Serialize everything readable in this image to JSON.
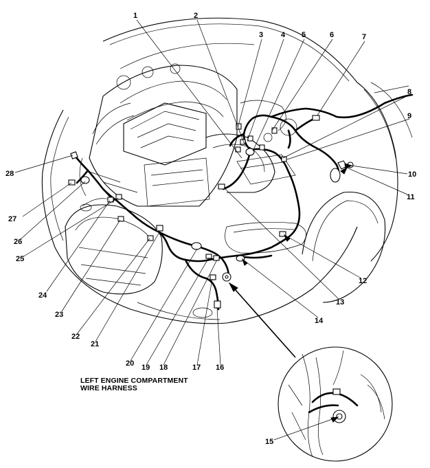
{
  "callouts": [
    "1",
    "2",
    "3",
    "4",
    "5",
    "6",
    "7",
    "8",
    "9",
    "10",
    "11",
    "12",
    "13",
    "14",
    "15",
    "16",
    "17",
    "18",
    "19",
    "20",
    "21",
    "22",
    "23",
    "24",
    "25",
    "26",
    "27",
    "28"
  ],
  "harness_label": {
    "line1": "LEFT ENGINE COMPARTMENT",
    "line2": "WIRE HARNESS"
  }
}
